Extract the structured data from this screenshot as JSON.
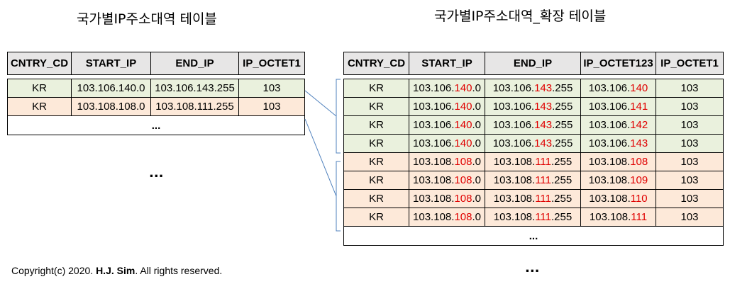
{
  "left": {
    "title": "국가별IP주소대역 테이블",
    "headers": [
      "CNTRY_CD",
      "START_IP",
      "END_IP",
      "IP_OCTET1"
    ],
    "rows": [
      {
        "CNTRY_CD": "KR",
        "START_IP": "103.106.140.0",
        "END_IP": "103.106.143.255",
        "IP_OCTET1": "103"
      },
      {
        "CNTRY_CD": "KR",
        "START_IP": "103.108.108.0",
        "END_IP": "103.108.111.255",
        "IP_OCTET1": "103"
      }
    ],
    "ellipsis_row": "...",
    "ellipsis_below": "..."
  },
  "right": {
    "title": "국가별IP주소대역_확장 테이블",
    "headers": [
      "CNTRY_CD",
      "START_IP",
      "END_IP",
      "IP_OCTET123",
      "IP_OCTET1"
    ],
    "rows": [
      {
        "CNTRY_CD": "KR",
        "START_IP": "103.106.140.0",
        "END_IP": "103.106.143.255",
        "IP_OCTET123": "103.106.140",
        "IP_OCTET1": "103"
      },
      {
        "CNTRY_CD": "KR",
        "START_IP": "103.106.140.0",
        "END_IP": "103.106.143.255",
        "IP_OCTET123": "103.106.141",
        "IP_OCTET1": "103"
      },
      {
        "CNTRY_CD": "KR",
        "START_IP": "103.106.140.0",
        "END_IP": "103.106.143.255",
        "IP_OCTET123": "103.106.142",
        "IP_OCTET1": "103"
      },
      {
        "CNTRY_CD": "KR",
        "START_IP": "103.106.140.0",
        "END_IP": "103.106.143.255",
        "IP_OCTET123": "103.106.143",
        "IP_OCTET1": "103"
      },
      {
        "CNTRY_CD": "KR",
        "START_IP": "103.108.108.0",
        "END_IP": "103.108.111.255",
        "IP_OCTET123": "103.108.108",
        "IP_OCTET1": "103"
      },
      {
        "CNTRY_CD": "KR",
        "START_IP": "103.108.108.0",
        "END_IP": "103.108.111.255",
        "IP_OCTET123": "103.108.109",
        "IP_OCTET1": "103"
      },
      {
        "CNTRY_CD": "KR",
        "START_IP": "103.108.108.0",
        "END_IP": "103.108.111.255",
        "IP_OCTET123": "103.108.110",
        "IP_OCTET1": "103"
      },
      {
        "CNTRY_CD": "KR",
        "START_IP": "103.108.108.0",
        "END_IP": "103.108.111.255",
        "IP_OCTET123": "103.108.111",
        "IP_OCTET1": "103"
      }
    ],
    "ellipsis_row": "...",
    "ellipsis_below": "..."
  },
  "copyright": {
    "prefix": "Copyright(c) 2020. ",
    "author": "H.J. Sim",
    "suffix": ". All rights reserved."
  },
  "colors": {
    "header_bg": "#e7e6e6",
    "group1_bg": "#eaf1dd",
    "group2_bg": "#fde9d9",
    "highlight_text": "#e00000",
    "connector": "#4f81bd"
  }
}
